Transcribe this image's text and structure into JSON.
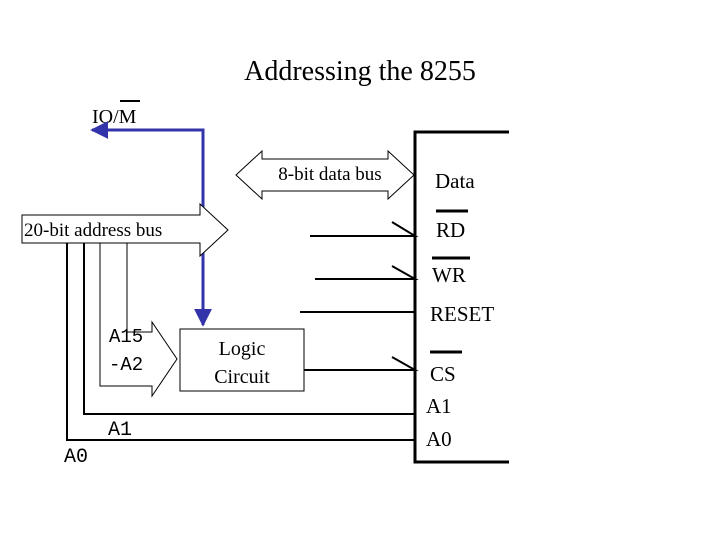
{
  "title": "Addressing the 8255",
  "signals": {
    "io_m": "IO/M",
    "data_bus": "8-bit data bus",
    "address_bus": "20-bit address bus",
    "a15_a2_line1": "A15",
    "a15_a2_line2": "-A2",
    "a1_left": "A1",
    "a0_left": "A0"
  },
  "logic_circuit": {
    "line1": "Logic",
    "line2": "Circuit"
  },
  "chip_pins": {
    "data": "Data",
    "rd": "RD",
    "wr": "WR",
    "reset": "RESET",
    "cs": "CS",
    "a1": "A1",
    "a0": "A0"
  },
  "colors": {
    "io_m_line": "#3333aa",
    "ink": "#000000",
    "background": "#ffffff"
  }
}
